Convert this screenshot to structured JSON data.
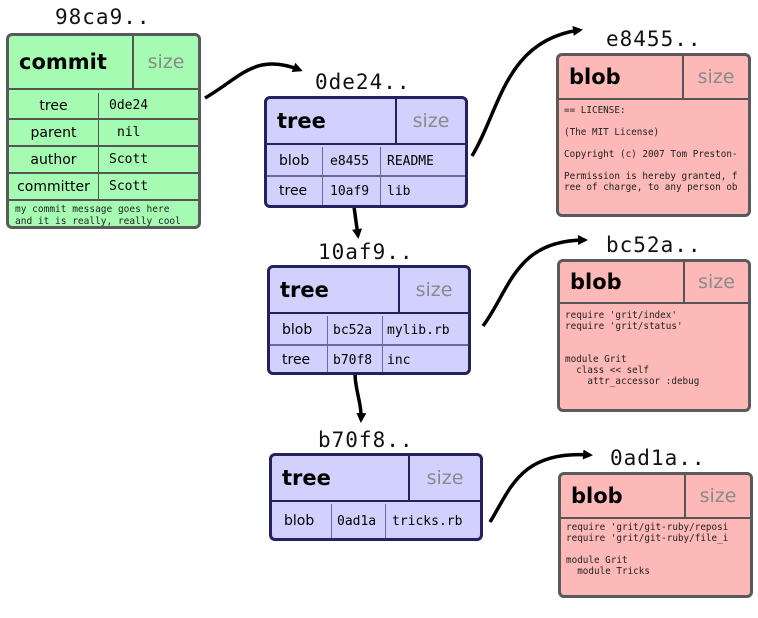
{
  "commit": {
    "hash": "98ca9..",
    "type": "commit",
    "size": "size",
    "fields": [
      {
        "key": "tree",
        "value": "0de24"
      },
      {
        "key": "parent",
        "value": "nil"
      },
      {
        "key": "author",
        "value": "Scott"
      },
      {
        "key": "committer",
        "value": "Scott"
      }
    ],
    "message_line1": "my commit message goes here",
    "message_line2": "and it is really, really cool"
  },
  "trees": [
    {
      "hash": "0de24..",
      "type": "tree",
      "size": "size",
      "entries": [
        {
          "type": "blob",
          "sha": "e8455",
          "name": "README"
        },
        {
          "type": "tree",
          "sha": "10af9",
          "name": "lib"
        }
      ]
    },
    {
      "hash": "10af9..",
      "type": "tree",
      "size": "size",
      "entries": [
        {
          "type": "blob",
          "sha": "bc52a",
          "name": "mylib.rb"
        },
        {
          "type": "tree",
          "sha": "b70f8",
          "name": "inc"
        }
      ]
    },
    {
      "hash": "b70f8..",
      "type": "tree",
      "size": "size",
      "entries": [
        {
          "type": "blob",
          "sha": "0ad1a",
          "name": "tricks.rb"
        }
      ]
    }
  ],
  "blobs": [
    {
      "hash": "e8455..",
      "type": "blob",
      "size": "size",
      "content": "== LICENSE:\n\n(The MIT License)\n\nCopyright (c) 2007 Tom Preston-\n\nPermission is hereby granted, f\nree of charge, to any person ob"
    },
    {
      "hash": "bc52a..",
      "type": "blob",
      "size": "size",
      "content": "require 'grit/index'\nrequire 'grit/status'\n\n\nmodule Grit\n  class << self\n    attr_accessor :debug"
    },
    {
      "hash": "0ad1a..",
      "type": "blob",
      "size": "size",
      "content": "require 'grit/git-ruby/reposi\nrequire 'grit/git-ruby/file_i\n\nmodule Grit\n  module Tricks"
    }
  ],
  "colors": {
    "commit_bg": "#a6fbb3",
    "tree_bg": "#d2d0fd",
    "blob_bg": "#fcb9b8",
    "tree_border": "#23225e",
    "size_text": "#8a8a8a"
  }
}
